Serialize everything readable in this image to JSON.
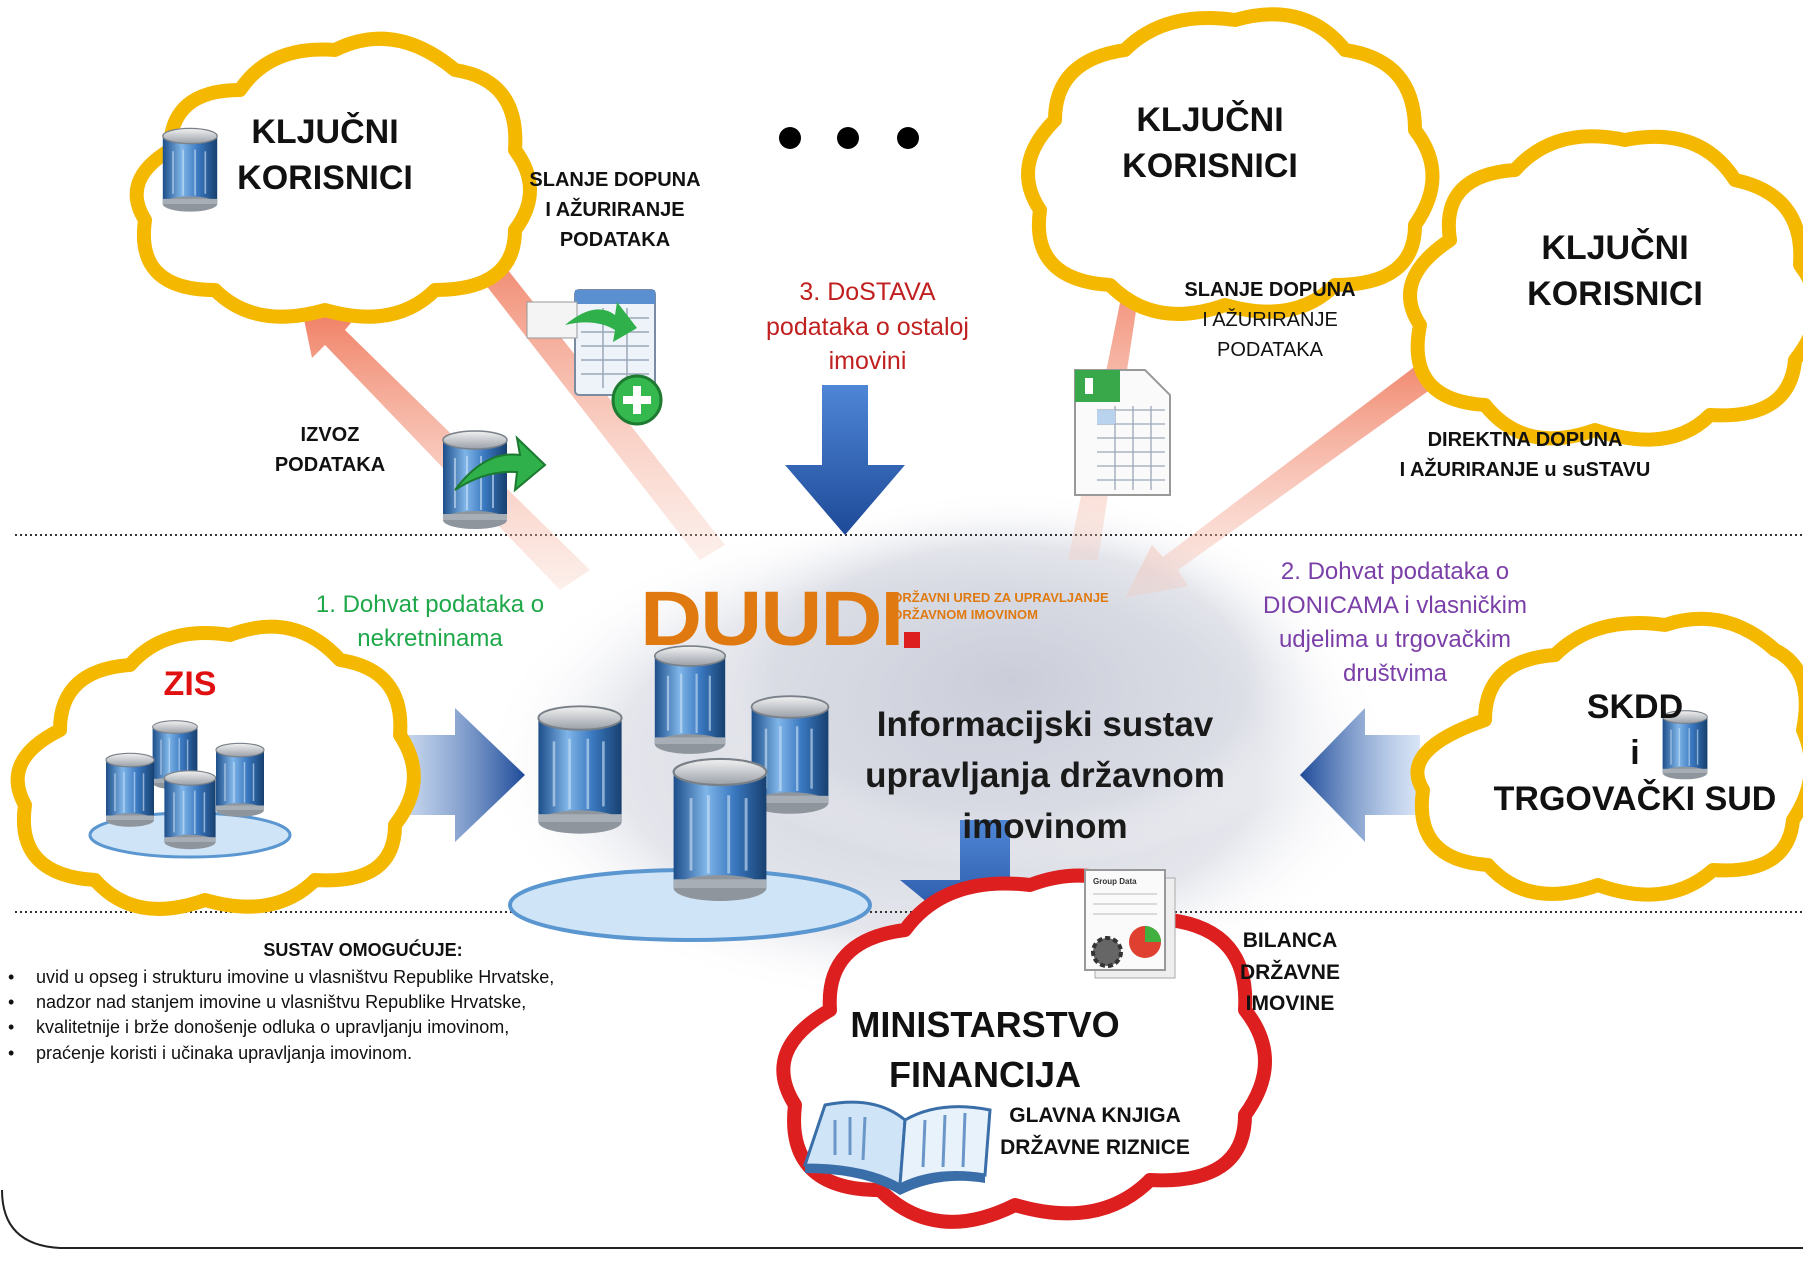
{
  "clouds": {
    "top_left": {
      "line1": "KLJUČNI",
      "line2": "KORISNICI"
    },
    "top_center": {
      "line1": "KLJUČNI",
      "line2": "KORISNICI"
    },
    "top_right": {
      "line1": "KLJUČNI",
      "line2": "KORISNICI"
    },
    "zis": {
      "label": "ZIS"
    },
    "skdd": {
      "line1": "SKDD",
      "line2": "i",
      "line3": "TRGOVAČKI SUD"
    },
    "ministry": {
      "line1": "MINISTARSTVO",
      "line2": "FINANCIJA",
      "sub1": "GLAVNA KNJIGA",
      "sub2": "DRŽAVNE RIZNICE"
    }
  },
  "ellipsis": "• • •",
  "labels": {
    "slanje_left": [
      "SLANJE DOPUNA",
      "I AŽURIRANJE",
      "PODATAKA"
    ],
    "slanje_right": [
      "SLANJE DOPUNA",
      "I AŽURIRANJE",
      "PODATAKA"
    ],
    "izvoz": [
      "IZVOZ",
      "PODATAKA"
    ],
    "direktna": [
      "DIREKTNA DOPUNA",
      "I AŽURIRANJE u suSTAVU"
    ],
    "dostava": [
      "3. DoSTAVA",
      "podataka o ostaloj",
      "imovini"
    ],
    "dohvat_nekretnine": [
      "1. Dohvat podataka o",
      "nekretninama"
    ],
    "dohvat_dionice": [
      "2. Dohvat podataka o",
      "DIONICAMA i  vlasničkim",
      "udjelima u trgovačkim",
      "društvima"
    ],
    "bilanca": [
      "BILANCA",
      "DRŽAVNE",
      "IMOVINE"
    ]
  },
  "center": {
    "logo": "DUUDI",
    "logo_sub1": "DRŽAVNI URED ZA UPRAVLJANJE",
    "logo_sub2": "DRŽAVNOM IMOVINOM",
    "system_line1": "Informacijski sustav",
    "system_line2": "upravljanja državnom",
    "system_line3": "imovinom"
  },
  "info": {
    "heading": "SUSTAV OMOGUĆUJE:",
    "items": [
      "uvid u opseg i strukturu imovine u vlasništvu Republike Hrvatske,",
      "nadzor nad stanjem imovine u vlasništvu Republike Hrvatske,",
      "kvalitetnije i brže donošenje odluka o upravljanju imovinom,",
      "praćenje koristi i učinaka upravljanja imovinom."
    ]
  },
  "icons": {
    "group_data": "Group Data"
  },
  "colors": {
    "cloud_yellow": "#f5b800",
    "cloud_red": "#dd1f1f",
    "arrow_blue": "#2a5ba8",
    "arrow_orange": "#f08060",
    "zis_red": "#e01010",
    "dostava_red": "#c0201f",
    "dohvat_green": "#1fa84a",
    "dohvat_purple": "#7b3fa8",
    "logo_orange": "#e07a10"
  }
}
